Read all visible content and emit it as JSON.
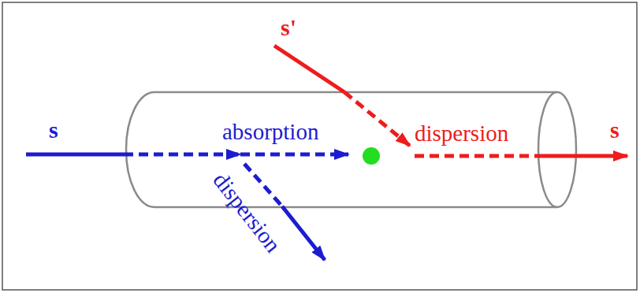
{
  "diagram": {
    "labels": [
      "s",
      "absorption",
      "dispersion",
      "s'",
      "dispersion",
      "s"
    ]
  }
}
